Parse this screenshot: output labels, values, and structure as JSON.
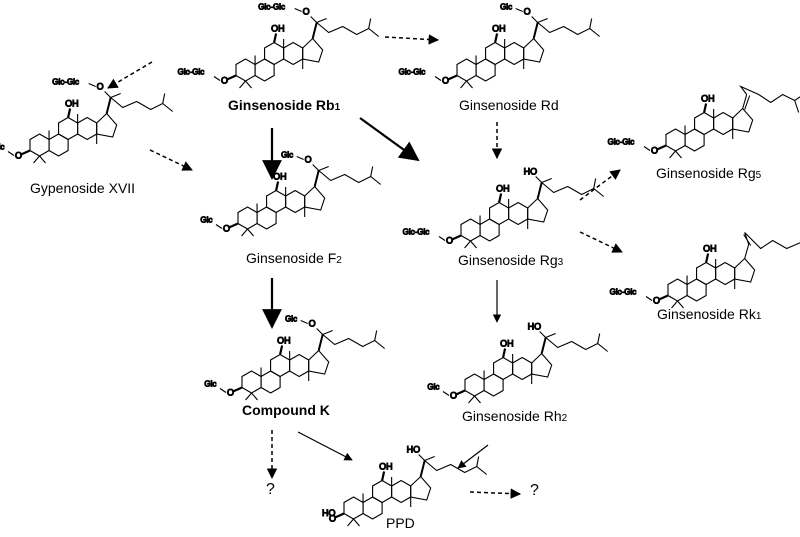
{
  "compounds": {
    "rb1": {
      "name": "Ginsenoside Rb",
      "sub": "1"
    },
    "rd": {
      "name": "Ginsenoside Rd"
    },
    "xvii": {
      "name": "Gypenoside XVII"
    },
    "f2": {
      "name": "Ginsenoside F",
      "sub": "2"
    },
    "rg3": {
      "name": "Ginsenoside Rg",
      "sub": "3"
    },
    "rg5": {
      "name": "Ginsenoside Rg",
      "sub": "5"
    },
    "rk1": {
      "name": "Ginsenoside Rk",
      "sub": "1"
    },
    "ck": {
      "name": "Compound K"
    },
    "rh2": {
      "name": "Ginsenoside Rh",
      "sub": "2"
    },
    "ppd": {
      "name": "PPD"
    }
  },
  "unknown_products": [
    "?",
    "?"
  ],
  "groups": {
    "glc": "Glc",
    "glcglc": "Glc-Glc",
    "oh": "OH",
    "ho": "HO",
    "o": "O"
  },
  "arrows": [
    {
      "from": "rb1",
      "to": "rd",
      "style": "dashed"
    },
    {
      "from": "rb1",
      "to": "xvii",
      "style": "dashed"
    },
    {
      "from": "xvii",
      "to": "f2",
      "style": "dashed"
    },
    {
      "from": "rb1",
      "to": "f2",
      "style": "solid-bold"
    },
    {
      "from": "rb1",
      "to": "rg3",
      "style": "solid-bold"
    },
    {
      "from": "rd",
      "to": "rg3",
      "style": "dashed"
    },
    {
      "from": "rg3",
      "to": "rg5",
      "style": "dashed"
    },
    {
      "from": "rg3",
      "to": "rk1",
      "style": "dashed"
    },
    {
      "from": "f2",
      "to": "ck",
      "style": "solid-bold"
    },
    {
      "from": "rg3",
      "to": "rh2",
      "style": "solid"
    },
    {
      "from": "ck",
      "to": "unknown",
      "style": "dashed"
    },
    {
      "from": "ck",
      "to": "ppd",
      "style": "solid"
    },
    {
      "from": "rh2",
      "to": "ppd",
      "style": "solid"
    },
    {
      "from": "ppd",
      "to": "unknown",
      "style": "dashed"
    }
  ]
}
